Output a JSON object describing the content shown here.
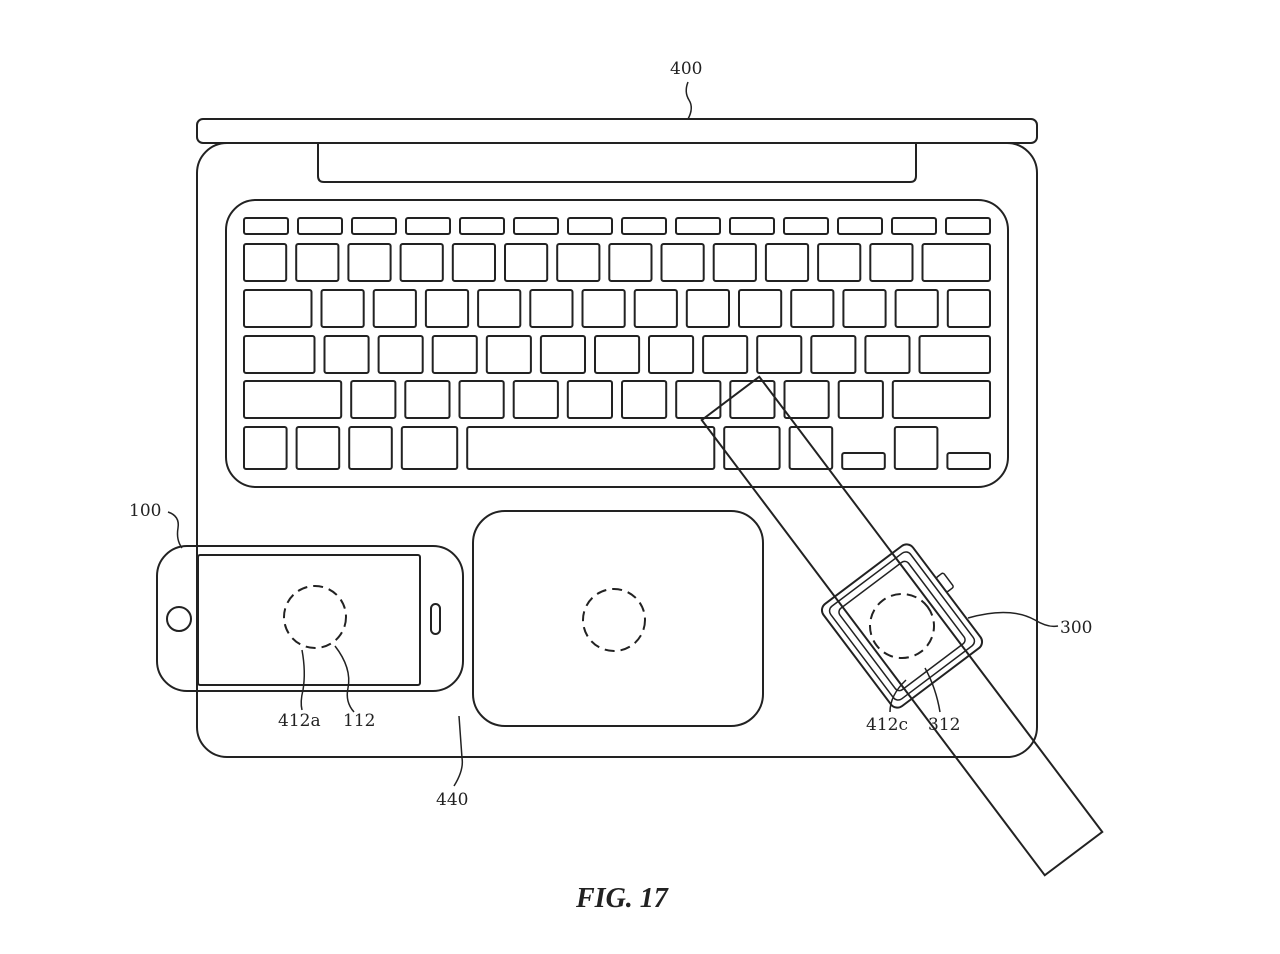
{
  "figure": {
    "caption": "FIG. 17"
  },
  "refs": {
    "laptop": "400",
    "phone": "100",
    "phone_coil": "412a",
    "phone_sensor": "112",
    "surface": "440",
    "watch": "300",
    "watch_coil": "412c",
    "watch_sensor": "312"
  },
  "keyboard": {
    "rows": [
      [
        1,
        1,
        1,
        1,
        1,
        1,
        1,
        1,
        1,
        1,
        1,
        1,
        1,
        1
      ],
      [
        1,
        1,
        1,
        1,
        1,
        1,
        1,
        1,
        1,
        1,
        1,
        1,
        1,
        1.6
      ],
      [
        1.6,
        1,
        1,
        1,
        1,
        1,
        1,
        1,
        1,
        1,
        1,
        1,
        1,
        1
      ],
      [
        1.6,
        1,
        1,
        1,
        1,
        1,
        1,
        1,
        1,
        1,
        1,
        1,
        1.6
      ],
      [
        2.2,
        1,
        1,
        1,
        1,
        1,
        1,
        1,
        1,
        1,
        1,
        2.2
      ],
      [
        1,
        1,
        1,
        1.3,
        5.8,
        1.3,
        1,
        1,
        1,
        1
      ]
    ]
  }
}
